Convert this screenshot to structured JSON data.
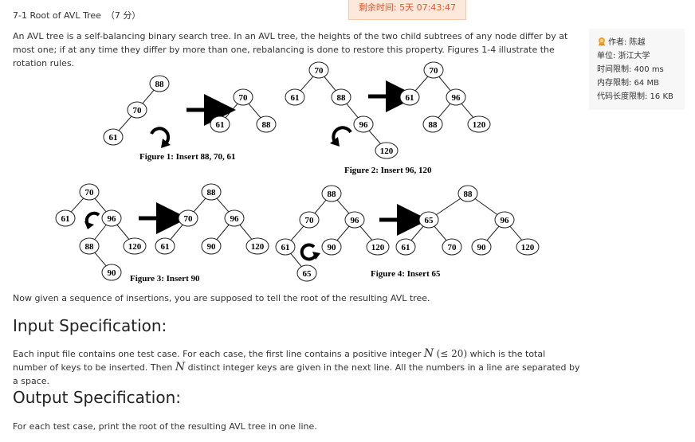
{
  "problem": {
    "title": "7-1 Root of AVL Tree",
    "score": "（7 分）"
  },
  "timer": "剩余时间: 5天 07:43:47",
  "description": {
    "intro": "An AVL tree is a self-balancing binary search tree. In an AVL tree, the heights of the two child subtrees of any node differ by at most one; if at any time they differ by more than one, rebalancing is done to restore this property. Figures 1-4 illustrate the rotation rules.",
    "question": "Now given a sequence of insertions, you are supposed to tell the root of the resulting AVL tree."
  },
  "figures": {
    "fig1": {
      "caption": "Figure 1: Insert 88, 70, 61",
      "before": {
        "n88": "88",
        "n70": "70",
        "n61": "61"
      },
      "after": {
        "n70": "70",
        "n61": "61",
        "n88": "88"
      }
    },
    "fig2": {
      "caption": "Figure 2: Insert 96, 120",
      "before": {
        "n70": "70",
        "n61": "61",
        "n88": "88",
        "n96": "96",
        "n120": "120"
      },
      "after": {
        "n70": "70",
        "n61": "61",
        "n96": "96",
        "n88": "88",
        "n120": "120"
      }
    },
    "fig3": {
      "caption": "Figure 3: Insert 90",
      "before": {
        "n70": "70",
        "n61": "61",
        "n96": "96",
        "n88": "88",
        "n120": "120",
        "n90": "90"
      },
      "after": {
        "n88": "88",
        "n70": "70",
        "n96": "96",
        "n61": "61",
        "n90": "90",
        "n120": "120"
      }
    },
    "fig4": {
      "caption": "Figure 4: Insert 65",
      "before": {
        "n88": "88",
        "n70": "70",
        "n96": "96",
        "n61": "61",
        "n90": "90",
        "n120": "120",
        "n65": "65"
      },
      "after": {
        "n88": "88",
        "n65": "65",
        "n96": "96",
        "n61": "61",
        "n70": "70",
        "n90": "90",
        "n120": "120"
      }
    }
  },
  "input_spec": {
    "heading": "Input Specification:",
    "line1_a": "Each input file contains one test case. For each case, the first line contains a positive integer ",
    "var_n": "N",
    "constraint": "(≤ 20)",
    "line1_b": " which is the total number of keys to be inserted. Then ",
    "line1_c": " distinct integer keys are given in the next line. All the numbers in a line are separated by a space."
  },
  "output_spec": {
    "heading": "Output Specification:",
    "text": "For each test case, print the root of the resulting AVL tree in one line."
  },
  "info_panel": {
    "author": "作者: 陈越",
    "unit": "单位: 浙江大学",
    "time_limit": "时间限制: 400 ms",
    "memory_limit": "内存限制: 64 MB",
    "code_limit": "代码长度限制: 16 KB",
    "icon": "author-medal-icon",
    "icon_color": "#f0a030"
  }
}
